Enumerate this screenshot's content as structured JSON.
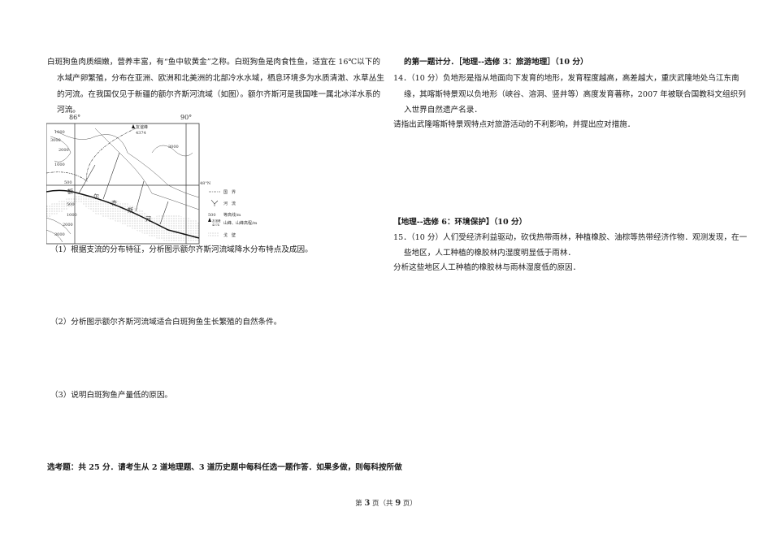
{
  "left": {
    "intro_lines": [
      "白斑狗鱼肉质细嫩，营养丰富，有“鱼中软黄金”之称。白斑狗鱼是肉食性鱼，适宜在 16℃以下的",
      "水域产卵繁殖，分布在亚洲、欧洲和北美洲的北部冷水水域，栖息环境多为水质清澈、水草丛生",
      "的河流。在我国仅见于新疆的额尔齐斯河流域（如图）。额尔齐斯河是我国唯一属北冰洋水系的",
      "河流。"
    ],
    "map": {
      "lon_labels": [
        "86°",
        "90°"
      ],
      "lat_label": "48°N",
      "peak_name": "友谊峰",
      "peak_elevation": "4374",
      "contour_labels": [
        "1000",
        "3000",
        "2000",
        "3000",
        "1000",
        "500",
        "500",
        "1000",
        "2000",
        "3000"
      ],
      "river_label_chars": [
        "额",
        "尔",
        "齐",
        "斯",
        "河"
      ],
      "legend": {
        "border": "国　界",
        "river": "河　流",
        "contour_value": "500",
        "contour": "等高线/m",
        "peak_sample_name": "友谊峰",
        "peak_sample_elev": "4374",
        "peak": "山峰、山峰高程/m",
        "gobi": "戈　壁"
      }
    },
    "q1": "（1）根据支流的分布特征，分析图示额尔齐斯河流域降水分布特点及成因。",
    "q2": "（2）分析图示额尔齐斯河流域适合白斑狗鱼生长繁殖的自然条件。",
    "q3": "（3）说明白斑狗鱼产量低的原因。",
    "elective_intro": "选考题：共 25 分．请考生从 2 道地理题、3 道历史题中每科任选一题作答．如果多做，则每科按所做"
  },
  "right": {
    "cont_heading": "的第一题计分．［地理--选修 3：旅游地理］（10 分）",
    "q14_lines": [
      "14．（10 分）负地形是指从地面向下发育的地形，发育程度越高，高差越大，重庆武隆地处乌江东南",
      "缘，其喀斯特景观以负地形（峡谷、溶洞、竖井等）高度发育著称，2007 年被联合国教科文组织列",
      "入世界自然遗产名录．"
    ],
    "q14_ask": "请指出武隆喀斯特景观特点对旅游活动的不利影响，并提出应对措施．",
    "sec6_heading": "【地理--选修 6：环境保护】（10 分）",
    "q15_lines": [
      "15．（10 分）人们受经济利益驱动，砍伐热带雨林，种植橡胶、油棕等热带经济作物．观测发现，在一",
      "些地区，人工种植的橡胶林内湿度明显低于雨林．"
    ],
    "q15_ask": "分析这些地区人工种植的橡胶林与雨林湿度低的原因．"
  },
  "footer": {
    "prefix": "第",
    "page": "3",
    "mid": "页（共",
    "total": "9",
    "suffix": "页）"
  }
}
